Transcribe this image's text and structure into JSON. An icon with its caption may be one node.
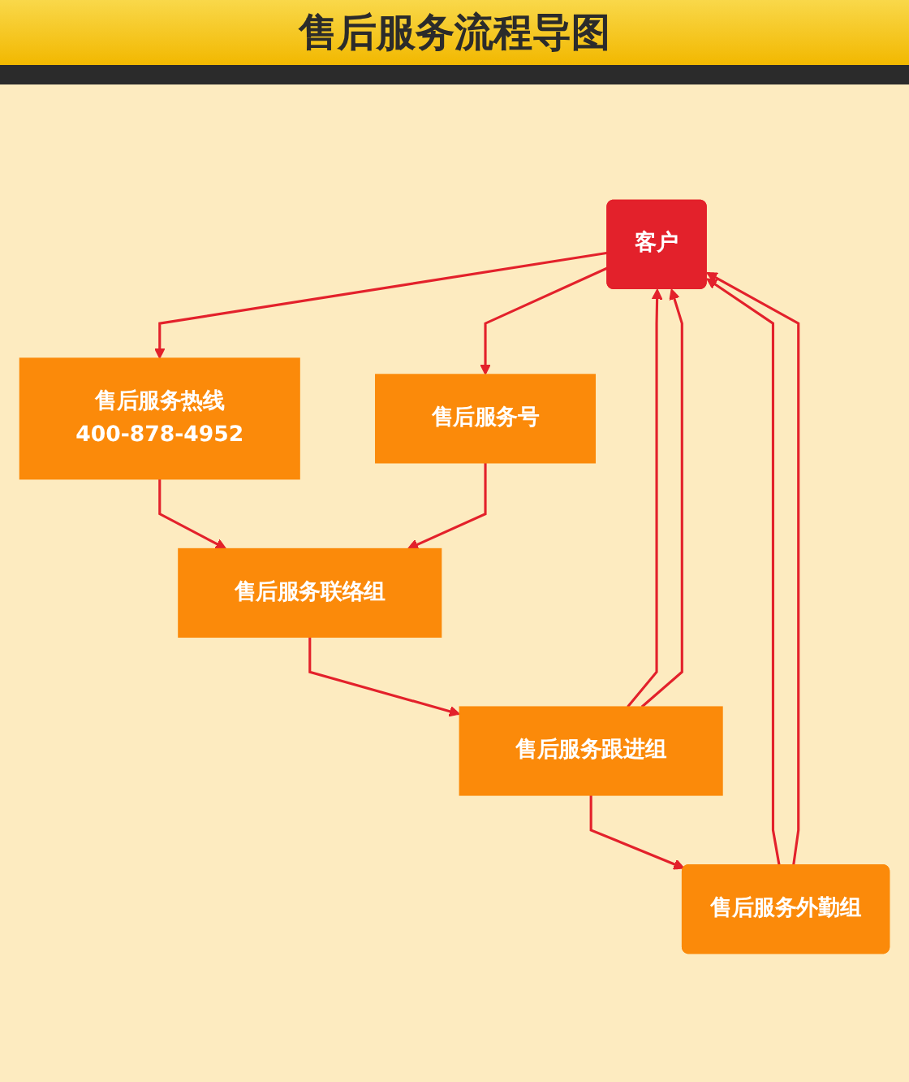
{
  "diagram": {
    "title": "售后服务流程导图",
    "nodes": [
      {
        "text": [
          "客户"
        ]
      },
      {
        "text": [
          "售后服务热线",
          "400-878-4952"
        ]
      },
      {
        "text": [
          "售后服务号"
        ]
      },
      {
        "text": [
          "售后服务联络组"
        ]
      },
      {
        "text": [
          "售后服务跟进组"
        ]
      },
      {
        "text": [
          "售后服务外勤组"
        ]
      }
    ],
    "edges": [
      {
        "from": 0,
        "to": 1,
        "arrow": "to"
      },
      {
        "from": 0,
        "to": 2,
        "arrow": "to"
      },
      {
        "from": 1,
        "to": 3,
        "arrow": "to"
      },
      {
        "from": 2,
        "to": 3,
        "arrow": "to"
      },
      {
        "from": 3,
        "to": 4,
        "arrow": "to"
      },
      {
        "from": 4,
        "to": 5,
        "arrow": "to"
      },
      {
        "from": 4,
        "to": 0,
        "arrow": "to"
      },
      {
        "from": 5,
        "to": 0,
        "arrow": "to"
      },
      {
        "from": 4,
        "to": 0,
        "arrow": "to"
      },
      {
        "from": 5,
        "to": 0,
        "arrow": "to"
      }
    ]
  }
}
